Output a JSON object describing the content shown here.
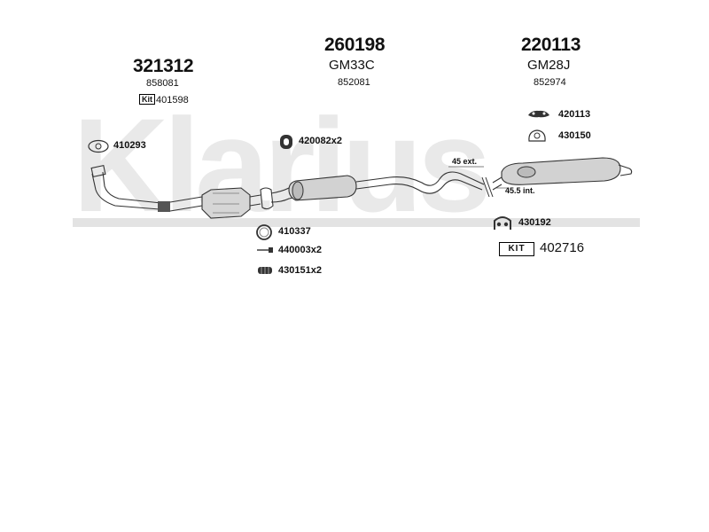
{
  "watermark": {
    "brand": "Klarius"
  },
  "columns": [
    {
      "part_no": "321312",
      "ref": "858081",
      "kit_label": "Kit",
      "kit_no": "401598"
    },
    {
      "part_no": "260198",
      "code": "GM33C",
      "ref": "852081"
    },
    {
      "part_no": "220113",
      "code": "GM28J",
      "ref": "852974"
    }
  ],
  "parts": {
    "gasket_left": "410293",
    "clamp": "420082x2",
    "ring": "410337",
    "bolt": "440003x2",
    "spring": "430151x2",
    "rubber_mount": "420113",
    "hanger": "430150",
    "bracket": "430192"
  },
  "annotations": {
    "ext": "45 ext.",
    "int": "45.5 int."
  },
  "kit": {
    "label": "KIT",
    "number": "402716"
  },
  "colors": {
    "line": "#333333",
    "watermark": "#e6e6e6",
    "band": "#e3e3e3"
  }
}
